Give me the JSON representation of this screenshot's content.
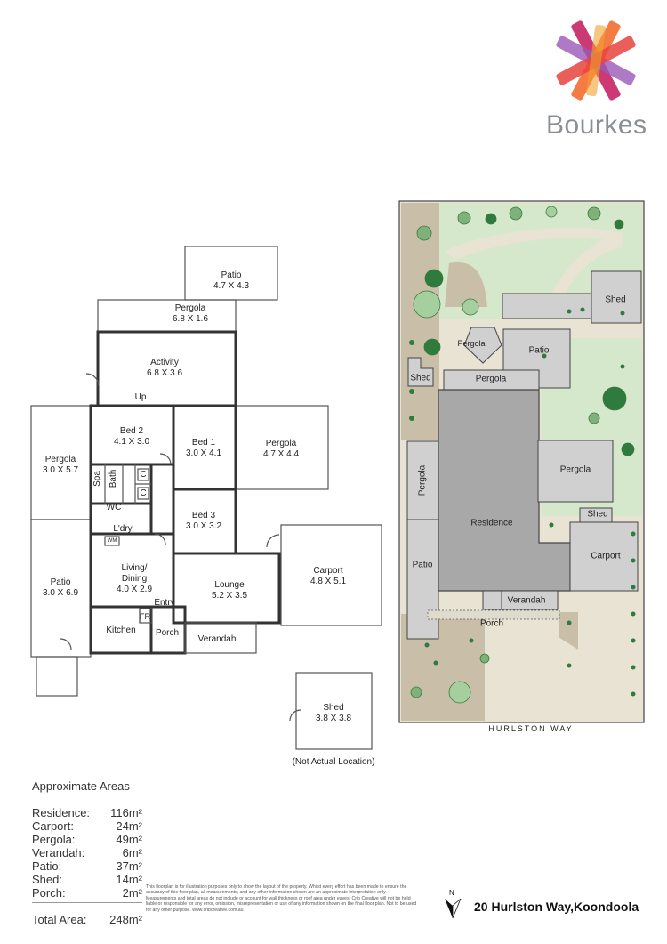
{
  "brand": {
    "name": "Bourkes"
  },
  "floor_plan": {
    "rooms": {
      "patio_top": {
        "name": "Patio",
        "dims": "4.7 X 4.3"
      },
      "pergola_top": {
        "name": "Pergola",
        "dims": "6.8 X 1.6"
      },
      "activity": {
        "name": "Activity",
        "dims": "6.8 X 3.6"
      },
      "up": "Up",
      "bed2": {
        "name": "Bed 2",
        "dims": "4.1 X 3.0"
      },
      "bed1": {
        "name": "Bed 1",
        "dims": "3.0 X 4.1"
      },
      "pergola_right": {
        "name": "Pergola",
        "dims": "4.7 X 4.4"
      },
      "pergola_left": {
        "name": "Pergola",
        "dims": "3.0 X 5.7"
      },
      "spa": "Spa",
      "bath": "Bath",
      "c1": "C",
      "c2": "C",
      "wc": "WC",
      "bed3": {
        "name": "Bed 3",
        "dims": "3.0 X 3.2"
      },
      "ldry": "L'dry",
      "wm": "WM",
      "living": {
        "name": "Living/",
        "name2": "Dining",
        "dims": "4.0 X 2.9"
      },
      "lounge": {
        "name": "Lounge",
        "dims": "5.2 X 3.5"
      },
      "carport": {
        "name": "Carport",
        "dims": "4.8 X 5.1"
      },
      "patio_left": {
        "name": "Patio",
        "dims": "3.0 X 6.9"
      },
      "entry": "Entry",
      "fr": "FR",
      "kitchen": "Kitchen",
      "porch": "Porch",
      "verandah": "Verandah",
      "shed": {
        "name": "Shed",
        "dims": "3.8 X 3.8"
      },
      "shed_note": "(Not Actual Location)"
    }
  },
  "site_plan": {
    "labels": {
      "shed_top": "Shed",
      "pergola_small": "Pergola",
      "patio": "Patio",
      "shed_left": "Shed",
      "pergola_mid": "Pergola",
      "pergola_left": "Pergola",
      "residence": "Residence",
      "pergola_right": "Pergola",
      "shed_right": "Shed",
      "patio_left": "Patio",
      "carport": "Carport",
      "verandah": "Verandah",
      "porch": "Porch"
    },
    "street": "HURLSTON WAY"
  },
  "areas": {
    "title": "Approximate Areas",
    "rows": [
      {
        "label": "Residence:",
        "value": "116m²"
      },
      {
        "label": "Carport:",
        "value": "24m²"
      },
      {
        "label": "Pergola:",
        "value": "49m²"
      },
      {
        "label": "Verandah:",
        "value": "6m²"
      },
      {
        "label": "Patio:",
        "value": "37m²"
      },
      {
        "label": "Shed:",
        "value": "14m²"
      },
      {
        "label": "Porch:",
        "value": "2m²"
      }
    ],
    "total_label": "Total Area:",
    "total_value": "248m²"
  },
  "disclaimer": "This floorplan is for illustration purposes only to show the layout of the property. Whilst every effort has been made to ensure the accuracy of this floor plan, all measurements, and any other information shown are an approximate interpretation only. Measurements and total areas do not include or account for wall thickness or roof area under eaves. Crib Creative will not be held liable or responsible for any error, omission, misrepresentation or use of any information shown on the final floor plan. Not to be used for any other purpose. www.cribcreative.com.au",
  "north": "N",
  "address": "20 Hurlston Way,Koondoola",
  "colors": {
    "logo_red": "#e8433d",
    "logo_orange": "#f26522",
    "logo_magenta": "#c2185b",
    "logo_purple": "#9b59b6",
    "brand_text": "#8a8f94",
    "lawn": "#d5e8cc",
    "paving": "#e8e3d3",
    "residence": "#a8a8a8",
    "outbuilding": "#d0d0d0",
    "garden_bed": "#c9bfa8"
  }
}
